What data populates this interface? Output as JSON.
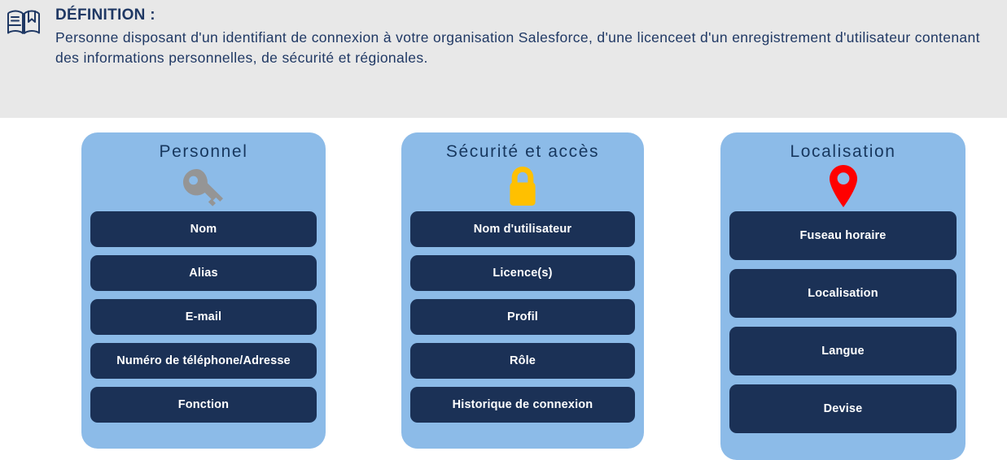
{
  "definition": {
    "icon": "open-book-icon",
    "title": "DÉFINITION :",
    "body": "Personne disposant d'un identifiant de connexion à votre organisation Salesforce, d'une licenceet d'un enregistrement d'utilisateur contenant des informations personnelles, de sécurité et régionales.",
    "background_color": "#E8E8E8",
    "text_color": "#1F3864"
  },
  "colors": {
    "card_background": "#8CBBE8",
    "pill_background": "#1B3156",
    "pill_text": "#FFFFFF",
    "card_title_text": "#17375E",
    "key_icon": "#959595",
    "lock_icon": "#FFC000",
    "pin_icon": "#FF0000"
  },
  "cards": [
    {
      "id": "personnel",
      "title": "Personnel",
      "icon": "key-icon",
      "icon_color": "#959595",
      "items": [
        "Nom",
        "Alias",
        "E-mail",
        "Numéro de téléphone/Adresse",
        "Fonction"
      ]
    },
    {
      "id": "securite",
      "title": "Sécurité et accès",
      "icon": "padlock-icon",
      "icon_color": "#FFC000",
      "items": [
        "Nom d'utilisateur",
        "Licence(s)",
        "Profil",
        "Rôle",
        "Historique de connexion"
      ]
    },
    {
      "id": "localisation",
      "title": "Localisation",
      "icon": "map-pin-icon",
      "icon_color": "#FF0000",
      "items": [
        "Fuseau horaire",
        "Localisation",
        "Langue",
        "Devise"
      ]
    }
  ]
}
